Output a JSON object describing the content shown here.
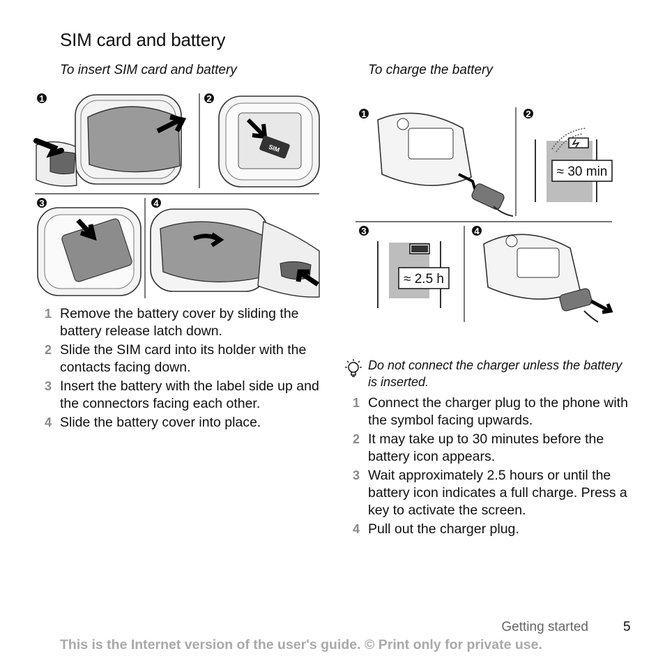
{
  "page": {
    "title": "SIM card and battery",
    "page_number": "5",
    "section": "Getting started",
    "notice": "This is the Internet version of the user's guide. © Print only for private use."
  },
  "insert": {
    "heading": "To insert SIM card and battery",
    "figure_labels": [
      "1",
      "2",
      "3",
      "4"
    ],
    "sim_label": "SIM",
    "steps": [
      {
        "num": "1",
        "text": "Remove the battery cover by sliding the battery release latch down."
      },
      {
        "num": "2",
        "text": "Slide the SIM card into its holder with the contacts facing down."
      },
      {
        "num": "3",
        "text": "Insert the battery with the label side up and the connectors facing each other."
      },
      {
        "num": "4",
        "text": "Slide the battery cover into place."
      }
    ]
  },
  "charge": {
    "heading": "To charge the battery",
    "figure_labels": [
      "1",
      "2",
      "3",
      "4"
    ],
    "time_label_1": "≈ 30 min",
    "time_label_2": "≈ 2.5 h",
    "tip": "Do not connect the charger unless the battery is inserted.",
    "tip_icon": "lightbulb-icon",
    "steps": [
      {
        "num": "1",
        "text": "Connect the charger plug to the phone with the symbol facing upwards."
      },
      {
        "num": "2",
        "text": "It may take up to 30 minutes before the battery icon appears."
      },
      {
        "num": "3",
        "text": "Wait approximately 2.5 hours or until the battery icon indicates a full charge. Press a key to activate the screen."
      },
      {
        "num": "4",
        "text": "Pull out the charger plug."
      }
    ]
  }
}
